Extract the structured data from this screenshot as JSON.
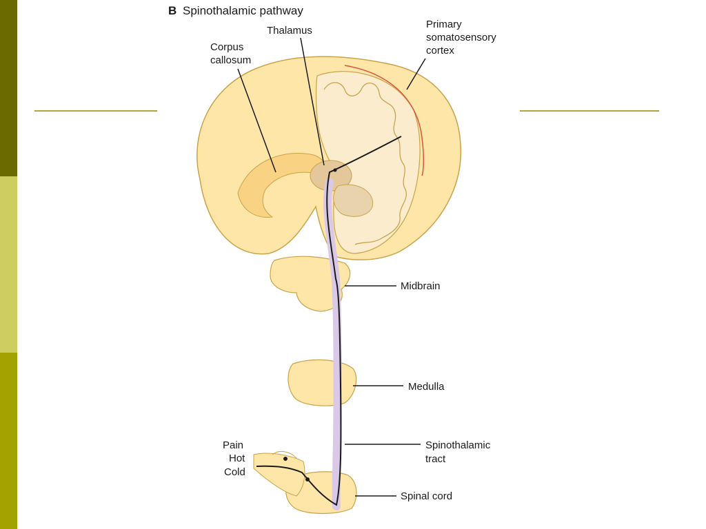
{
  "figure": {
    "title_letter": "B",
    "title": "Spinothalamic pathway",
    "labels": {
      "thalamus": "Thalamus",
      "corpus_callosum_1": "Corpus",
      "corpus_callosum_2": "callosum",
      "primary_1": "Primary",
      "primary_2": "somatosensory",
      "primary_3": "cortex",
      "midbrain": "Midbrain",
      "medulla": "Medulla",
      "tract_1": "Spinothalamic",
      "tract_2": "tract",
      "spinal_cord": "Spinal cord",
      "pain": "Pain",
      "hot": "Hot",
      "cold": "Cold"
    }
  },
  "colors": {
    "sidebar_dark": "#6b6a00",
    "sidebar_light": "#cdcd62",
    "sidebar_mid": "#a3a300",
    "rule": "#b2a23a",
    "brain_fill": "#fde6a8",
    "tract": "#d9c8e6",
    "cortex_line": "#d9533c"
  }
}
